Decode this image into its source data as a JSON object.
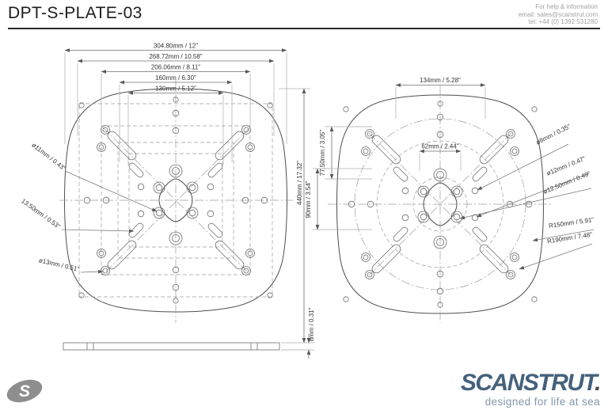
{
  "header": {
    "title": "DPT-S-PLATE-03",
    "contact": {
      "line1": "For help & information",
      "line2": "email: sales@scanstrut.com",
      "line3": "tel: +44 (0) 1392 531280"
    }
  },
  "front_view": {
    "width_dims": [
      "304.80mm / 12\"",
      "268.72mm / 10.58\"",
      "206.06mm / 8.11\"",
      "160mm / 6.30\"",
      "130mm / 5.12\""
    ],
    "callouts": [
      "ø11mm / 0.43\"",
      "13.50mm / 0.53\"",
      "ø13mm / 0.51\""
    ],
    "height_dim": "440mm / 17.32\""
  },
  "side_view": {
    "thickness_dim": "8mm / 0.31\""
  },
  "back_view": {
    "width_dim": "134mm / 5.28\"",
    "inner_dim": "62mm / 2.44\"",
    "vertical_dims": [
      "77.50mm / 3.05\"",
      "90mm / 3.54\""
    ],
    "callouts": [
      "ø8mm / 0.35\"",
      "ø12mm / 0.47\"",
      "ø12.50mm / 0.49\"",
      "R150mm / 5.91\"",
      "R190mm / 7.48\""
    ]
  },
  "footer": {
    "brand": "SCANSTRUT",
    "brand_suffix": ".",
    "tagline": "designed for life at sea",
    "brand_color": "#44617c",
    "tagline_color": "#8296ab"
  }
}
